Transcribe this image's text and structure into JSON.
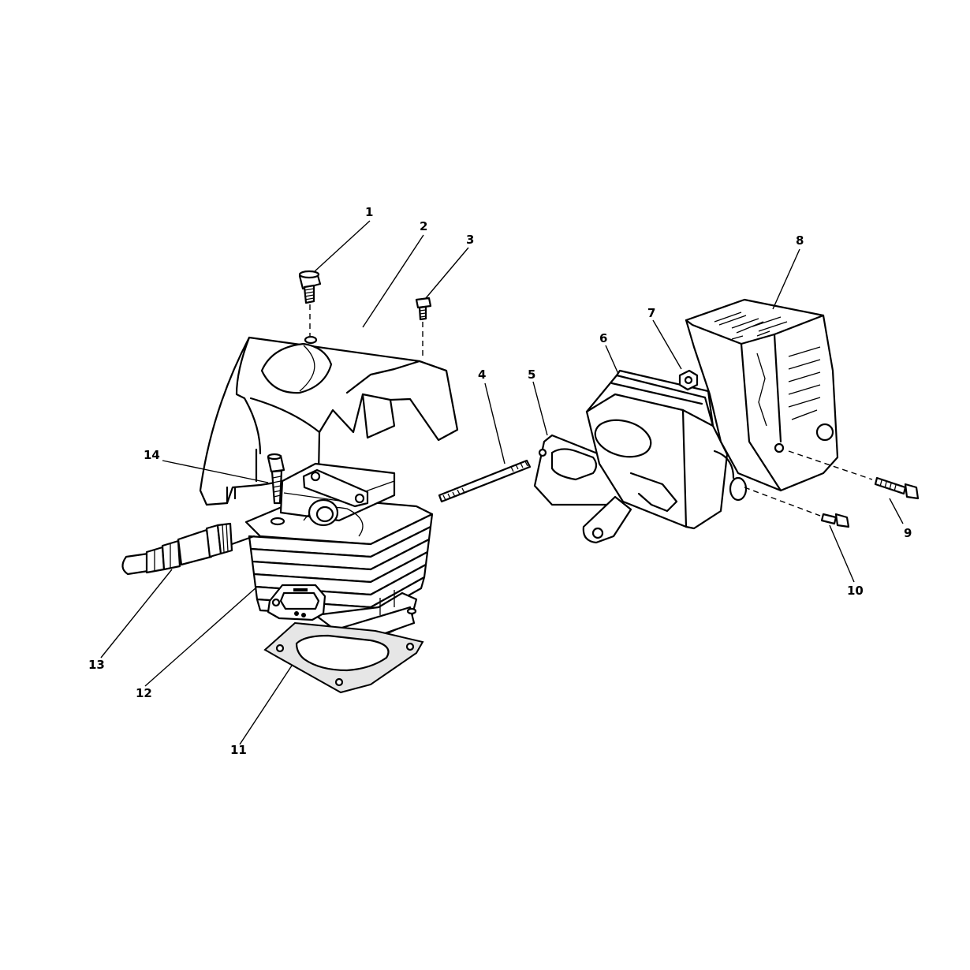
{
  "callouts": [
    {
      "id": "1",
      "label": "1"
    },
    {
      "id": "2",
      "label": "2"
    },
    {
      "id": "3",
      "label": "3"
    },
    {
      "id": "4",
      "label": "4"
    },
    {
      "id": "5",
      "label": "5"
    },
    {
      "id": "6",
      "label": "6"
    },
    {
      "id": "7",
      "label": "7"
    },
    {
      "id": "8",
      "label": "8"
    },
    {
      "id": "9",
      "label": "9"
    },
    {
      "id": "10",
      "label": "10"
    },
    {
      "id": "11",
      "label": "11"
    },
    {
      "id": "12",
      "label": "12"
    },
    {
      "id": "13",
      "label": "13"
    },
    {
      "id": "14",
      "label": "14"
    }
  ],
  "icons": {
    "bolt": "hex-head-bolt-icon",
    "screw": "screw-icon",
    "shroud": "cylinder-shroud-icon",
    "stud": "threaded-stud-icon",
    "gasket": "gasket-icon",
    "muffler": "muffler-icon",
    "nut": "nut-icon",
    "guard": "muffler-guard-icon",
    "cylinder": "cylinder-icon",
    "spark_plug": "spark-plug-icon"
  }
}
